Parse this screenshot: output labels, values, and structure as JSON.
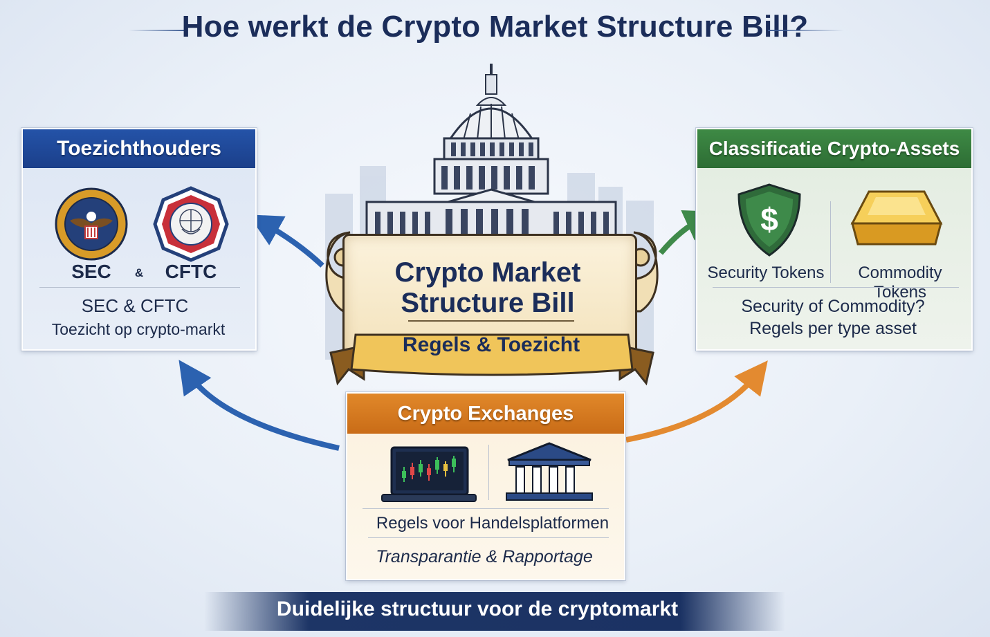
{
  "title": "Hoe werkt de Crypto Market Structure Bill?",
  "center": {
    "bill_title_line1": "Crypto Market",
    "bill_title_line2": "Structure Bill",
    "banner": "Regels & Toezicht"
  },
  "left_panel": {
    "heading": "Toezichthouders",
    "sec_label": "SEC",
    "amp": "&",
    "cftc_label": "CFTC",
    "desc_line1": "SEC & CFTC",
    "desc_line2": "Toezicht op crypto-markt"
  },
  "right_panel": {
    "heading": "Classificatie Crypto-Assets",
    "security_label": "Security Tokens",
    "commodity_label": "Commodity Tokens",
    "desc_line1": "Security of Commodity?",
    "desc_line2": "Regels per type asset"
  },
  "bottom_panel": {
    "heading": "Crypto Exchanges",
    "line1": "Regels voor Handelsplatformen",
    "line2": "Transparantie & Rapportage"
  },
  "footer": "Duidelijke structuur voor de cryptomarkt",
  "colors": {
    "navy": "#1b2d5a",
    "blue_header": "#2453a8",
    "green_header": "#3e8a45",
    "orange_header": "#e1882a",
    "arrow_blue": "#2c62b0",
    "arrow_green": "#3f8a4a",
    "arrow_orange": "#e38a30"
  }
}
